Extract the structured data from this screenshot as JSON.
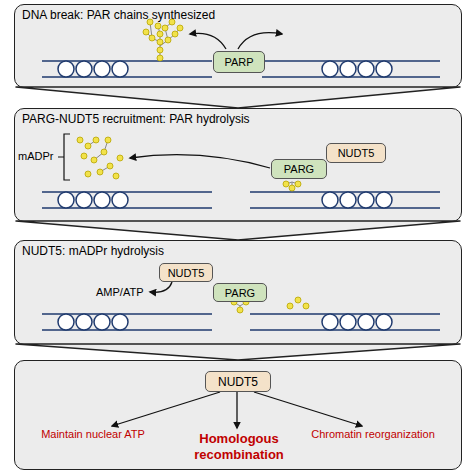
{
  "diagram": {
    "nodes": [
      {
        "text": [
          "DNA break: PAR chains synthesized"
        ]
      },
      {
        "text": [
          "PARP"
        ],
        "in": 0
      },
      {
        "text": [
          "PARG-NUDT5 recruitment: PAR hydrolysis"
        ]
      },
      {
        "text": [
          "PARG"
        ],
        "in": 2
      },
      {
        "text": [
          "NUDT5"
        ],
        "in": 2
      },
      {
        "text": [
          "NUDT5: mADPr hydrolysis"
        ]
      },
      {
        "text": [
          "NUDT5"
        ],
        "in": 5
      },
      {
        "text": [
          "PARG"
        ],
        "in": 5
      },
      {
        "text": [
          "Maintain nuclear ATP",
          "Homologous recombination",
          "Chromatin reorganization"
        ]
      },
      {
        "text": [
          "NUDT5"
        ],
        "in": 8
      }
    ],
    "edges": [
      {
        "from": 0,
        "to": 2,
        "arrow": "to"
      },
      {
        "from": 2,
        "to": 5,
        "arrow": "to"
      },
      {
        "from": 5,
        "to": 8,
        "arrow": "to"
      }
    ],
    "labels": [
      "mADPr",
      "AMP/ATP"
    ]
  }
}
